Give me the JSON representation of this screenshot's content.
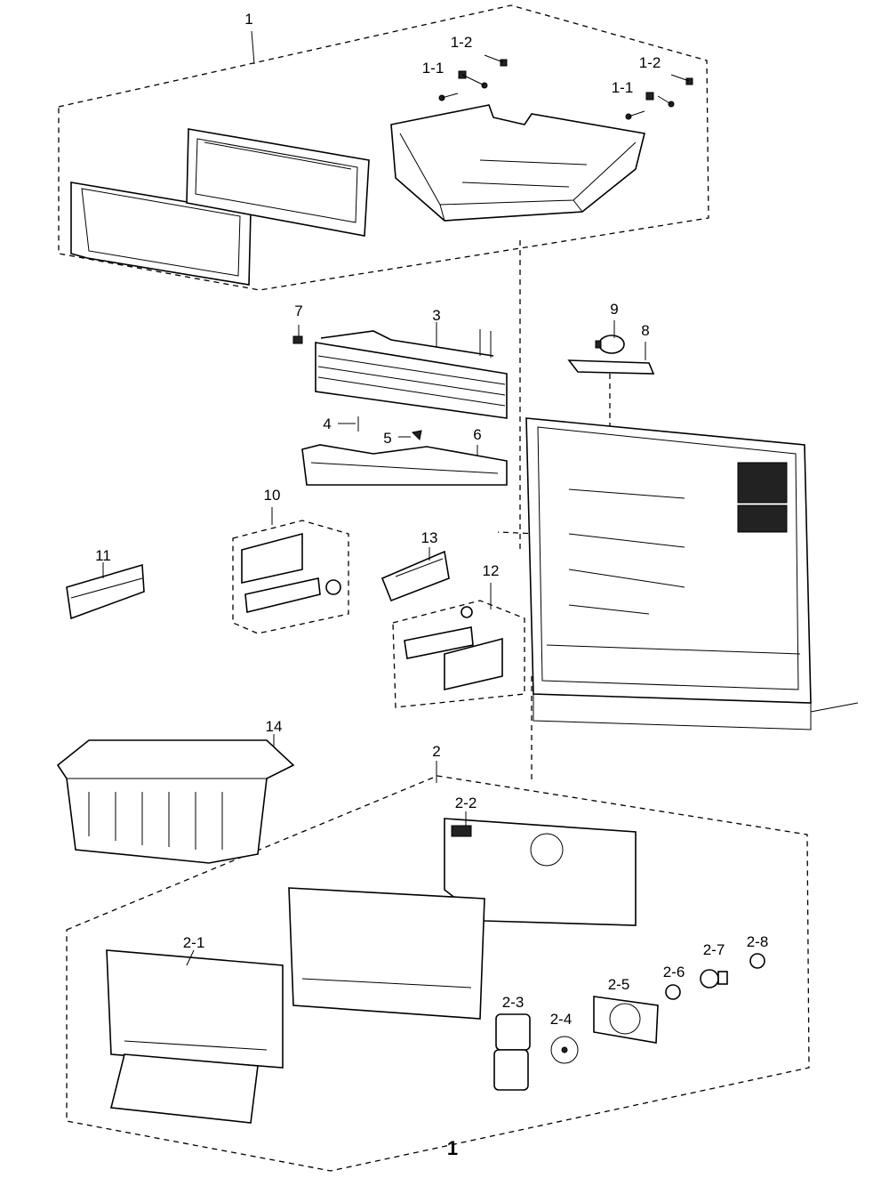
{
  "diagram": {
    "labels": [
      "1",
      "1-2",
      "1-1",
      "1-2",
      "1-1",
      "7",
      "3",
      "9",
      "8",
      "4",
      "5",
      "6",
      "10",
      "13",
      "11",
      "12",
      "14",
      "2",
      "2-2",
      "2-1",
      "2-7",
      "2-8",
      "2-6",
      "2-5",
      "2-3",
      "2-4",
      "1"
    ]
  }
}
